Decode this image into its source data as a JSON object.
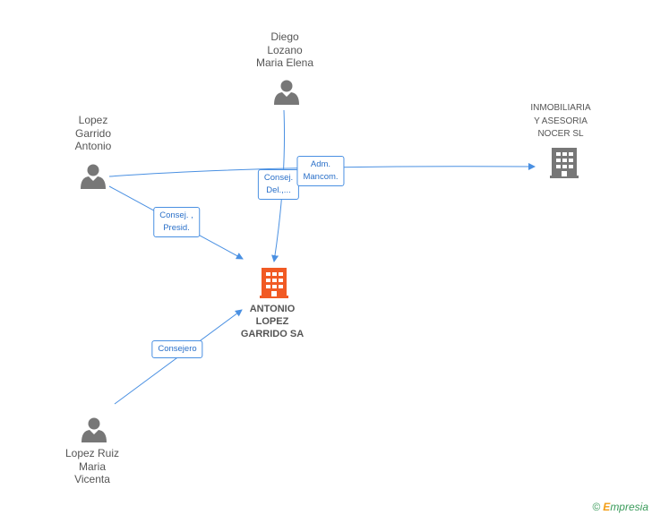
{
  "nodes": {
    "diego": {
      "lines": [
        "Diego",
        "Lozano",
        "Maria Elena"
      ],
      "icon": "person-icon"
    },
    "lopez_garrido": {
      "lines": [
        "Lopez",
        "Garrido",
        "Antonio"
      ],
      "icon": "person-icon"
    },
    "inmobiliaria": {
      "lines": [
        "INMOBILIARIA",
        "Y ASESORIA",
        "NOCER SL"
      ],
      "icon": "building-icon"
    },
    "antonio_lopez": {
      "lines": [
        "ANTONIO",
        "LOPEZ",
        "GARRIDO SA"
      ],
      "icon": "building-icon"
    },
    "lopez_ruiz": {
      "lines": [
        "Lopez Ruiz",
        "Maria",
        "Vicenta"
      ],
      "icon": "person-icon"
    }
  },
  "edges": {
    "consej_presid": [
      "Consej. ,",
      "Presid."
    ],
    "consej_del": [
      "Consej.",
      "Del.,..."
    ],
    "adm_mancom": [
      "Adm.",
      "Mancom."
    ],
    "consejero": [
      "Consejero"
    ]
  },
  "colors": {
    "edge": "#4a90e2",
    "person": "#777777",
    "company": "#777777",
    "main_company": "#f15a24"
  },
  "footer": {
    "copyright": "©",
    "brand_first": "E",
    "brand_rest": "mpresia"
  }
}
